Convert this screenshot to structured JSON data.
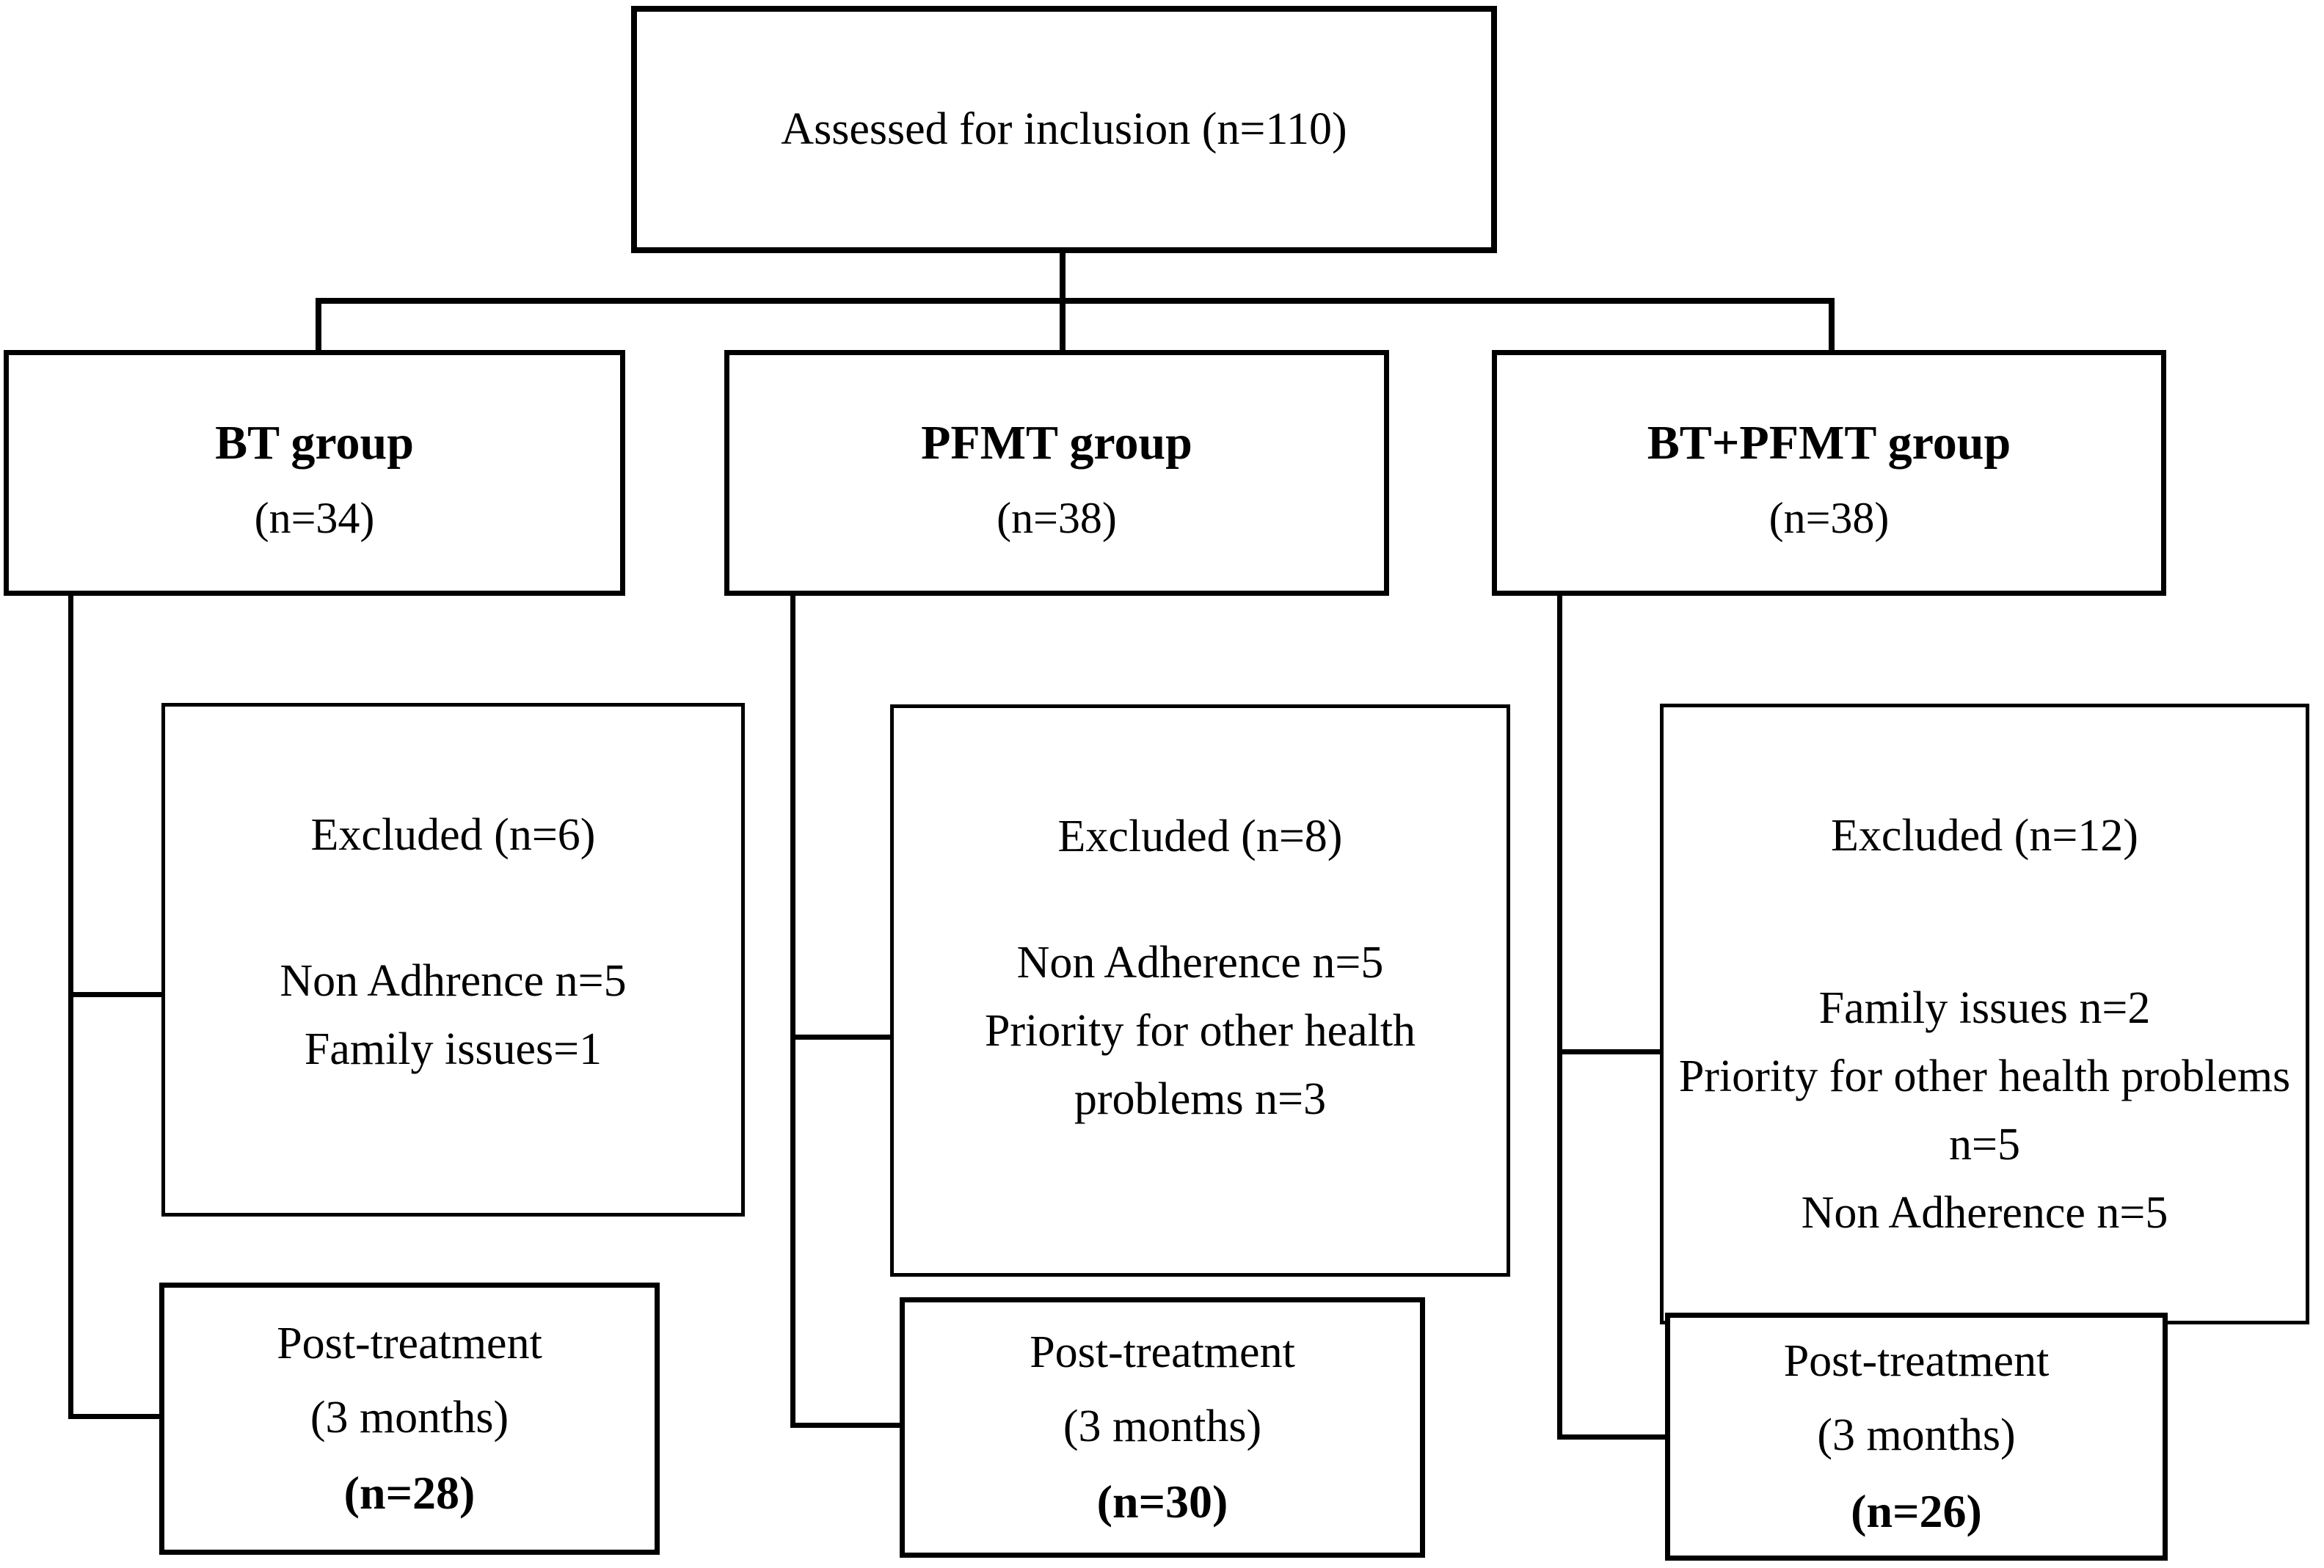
{
  "figure": {
    "type": "participant-flow-diagram",
    "background_color": "#ffffff",
    "line_color": "#000000"
  },
  "top_box": {
    "label": "Assessed for inclusion (n=110)"
  },
  "groups": [
    {
      "title": "BT group",
      "n_label": "(n=34)",
      "excluded": {
        "title": "Excluded (n=6)",
        "reasons": [
          "Non Adhrence n=5",
          "Family issues=1"
        ]
      },
      "post": {
        "line1": "Post-treatment",
        "line2": "(3 months)",
        "n_label": "(n=28)"
      }
    },
    {
      "title": "PFMT group",
      "n_label": "(n=38)",
      "excluded": {
        "title": "Excluded (n=8)",
        "reasons": [
          "Non Adherence n=5",
          "Priority for other health problems n=3"
        ]
      },
      "post": {
        "line1": "Post-treatment",
        "line2": "(3 months)",
        "n_label": "(n=30)"
      }
    },
    {
      "title": "BT+PFMT group",
      "n_label": "(n=38)",
      "excluded": {
        "title": "Excluded (n=12)",
        "reasons": [
          "Family issues n=2",
          "Priority for other health problems n=5",
          "Non Adherence n=5"
        ]
      },
      "post": {
        "line1": "Post-treatment",
        "line2": "(3 months)",
        "n_label": "(n=26)"
      }
    }
  ]
}
